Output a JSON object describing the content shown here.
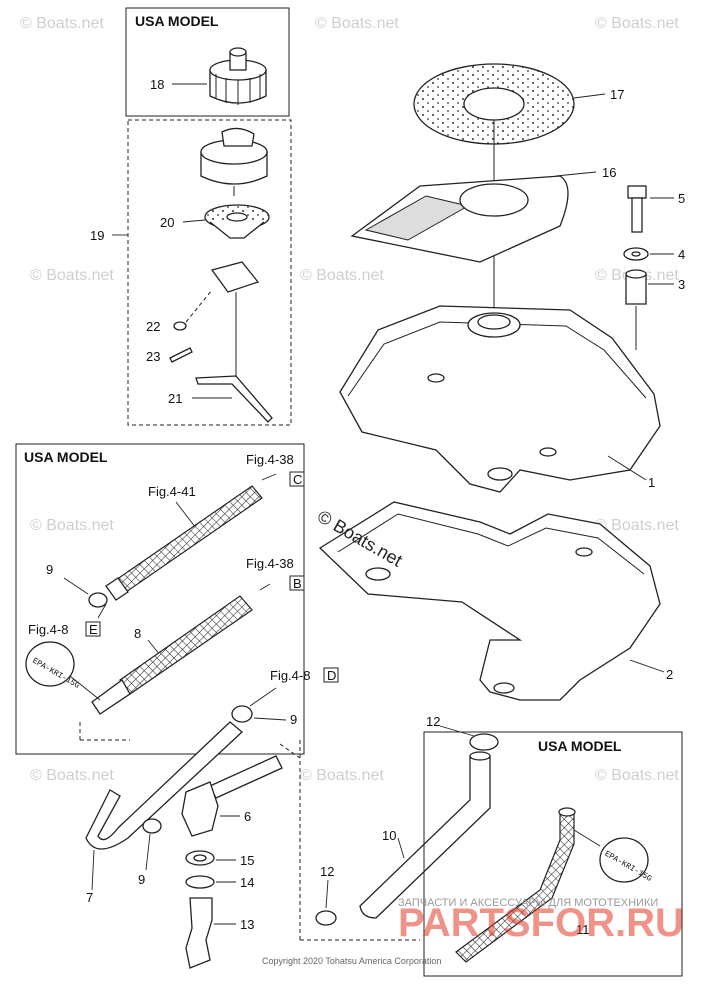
{
  "watermark": "© Boats.net",
  "center_mark": "© Boats.net",
  "boxes": {
    "usa_top": "USA MODEL",
    "usa_left": "USA MODEL",
    "usa_right": "USA MODEL"
  },
  "refs": {
    "fig_4_38_c": "Fig.4-38",
    "fig_4_38_b": "Fig.4-38",
    "fig_4_41": "Fig.4-41",
    "fig_4_8_e": "Fig.4-8",
    "fig_4_8_d": "Fig.4-8",
    "letter_c": "C",
    "letter_b": "B",
    "letter_e": "E",
    "letter_d": "D"
  },
  "epa_tag": "EPA-KRI-15G",
  "parts": {
    "p1": "1",
    "p2": "2",
    "p3": "3",
    "p4": "4",
    "p5": "5",
    "p6": "6",
    "p7": "7",
    "p8": "8",
    "p9a": "9",
    "p9b": "9",
    "p9c": "9",
    "p10": "10",
    "p11": "11",
    "p12a": "12",
    "p12b": "12",
    "p13": "13",
    "p14": "14",
    "p15": "15",
    "p16": "16",
    "p17": "17",
    "p18": "18",
    "p19": "19",
    "p20": "20",
    "p21": "21",
    "p22": "22",
    "p23": "23"
  },
  "copyright": "Copyright 2020 Tohatsu America Corporation",
  "brand_sub": "ЗАПЧАСТИ И АКСЕССУАРЫ ДЛЯ МОТОТЕХНИКИ",
  "brand": "PARTSFOR.RU"
}
